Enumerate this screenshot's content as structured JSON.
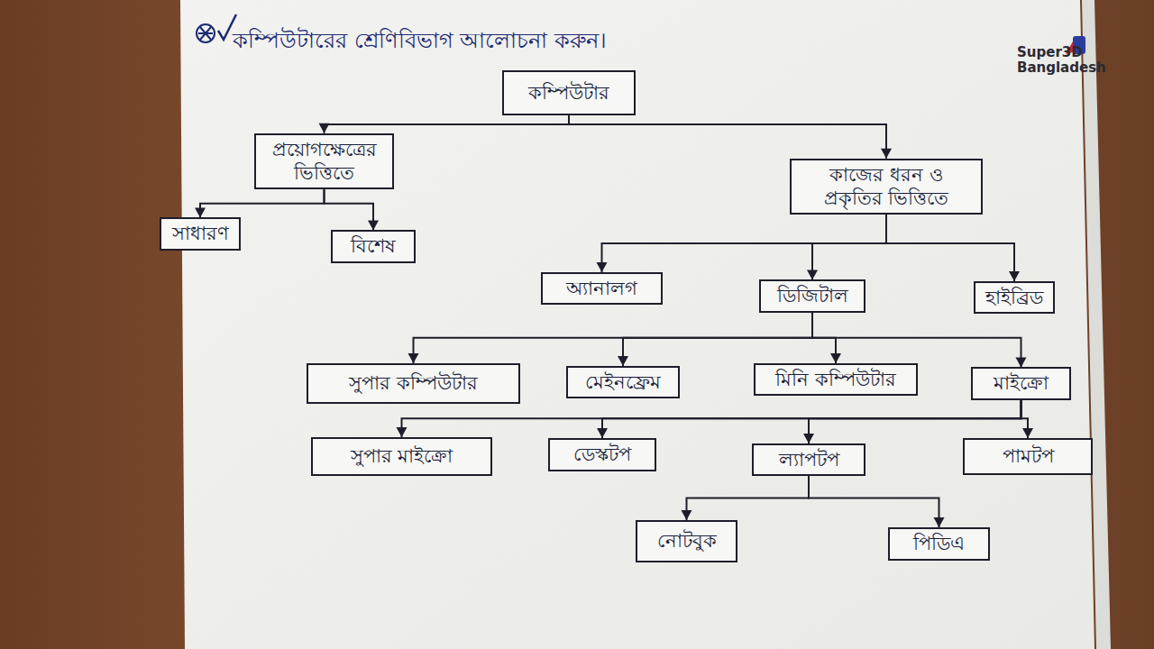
{
  "diagram": {
    "title": "কম্পিউটারের শ্রেণিবিভাগ আলোচনা করুন।",
    "nodes": [
      {
        "text": [
          "কম্পিউটার"
        ]
      },
      {
        "text": [
          "প্রয়োগক্ষেত্রের ভিত্তিতে"
        ]
      },
      {
        "text": [
          "কাজের ধরন ও প্রকৃতির ভিত্তিতে"
        ]
      },
      {
        "text": [
          "সাধারণ"
        ]
      },
      {
        "text": [
          "বিশেষ"
        ]
      },
      {
        "text": [
          "অ্যানালগ"
        ]
      },
      {
        "text": [
          "ডিজিটাল"
        ]
      },
      {
        "text": [
          "হাইব্রিড"
        ]
      },
      {
        "text": [
          "সুপার কম্পিউটার"
        ]
      },
      {
        "text": [
          "মেইনফ্রেম"
        ]
      },
      {
        "text": [
          "মিনি কম্পিউটার"
        ]
      },
      {
        "text": [
          "মাইক্রো"
        ]
      },
      {
        "text": [
          "সুপার মাইক্রো"
        ]
      },
      {
        "text": [
          "ডেস্কটপ"
        ]
      },
      {
        "text": [
          "ল্যাপটপ"
        ]
      },
      {
        "text": [
          "পামটপ"
        ]
      },
      {
        "text": [
          "নোটবুক"
        ]
      },
      {
        "text": [
          "পিডিএ"
        ]
      }
    ],
    "edges": [
      {
        "from": 0,
        "to": 1,
        "arrow": "to"
      },
      {
        "from": 0,
        "to": 2,
        "arrow": "to"
      },
      {
        "from": 1,
        "to": 3,
        "arrow": "to"
      },
      {
        "from": 1,
        "to": 4,
        "arrow": "to"
      },
      {
        "from": 2,
        "to": 5,
        "arrow": "to"
      },
      {
        "from": 2,
        "to": 6,
        "arrow": "to"
      },
      {
        "from": 2,
        "to": 7,
        "arrow": "to"
      },
      {
        "from": 6,
        "to": 8,
        "arrow": "to"
      },
      {
        "from": 6,
        "to": 9,
        "arrow": "to"
      },
      {
        "from": 6,
        "to": 10,
        "arrow": "to"
      },
      {
        "from": 6,
        "to": 11,
        "arrow": "to"
      },
      {
        "from": 11,
        "to": 12,
        "arrow": "to"
      },
      {
        "from": 11,
        "to": 13,
        "arrow": "to"
      },
      {
        "from": 11,
        "to": 14,
        "arrow": "to"
      },
      {
        "from": 11,
        "to": 15,
        "arrow": "to"
      },
      {
        "from": 14,
        "to": 16,
        "arrow": "to"
      },
      {
        "from": 14,
        "to": 17,
        "arrow": "to"
      }
    ],
    "labels": [
      "Super3D Bangladesh"
    ]
  }
}
